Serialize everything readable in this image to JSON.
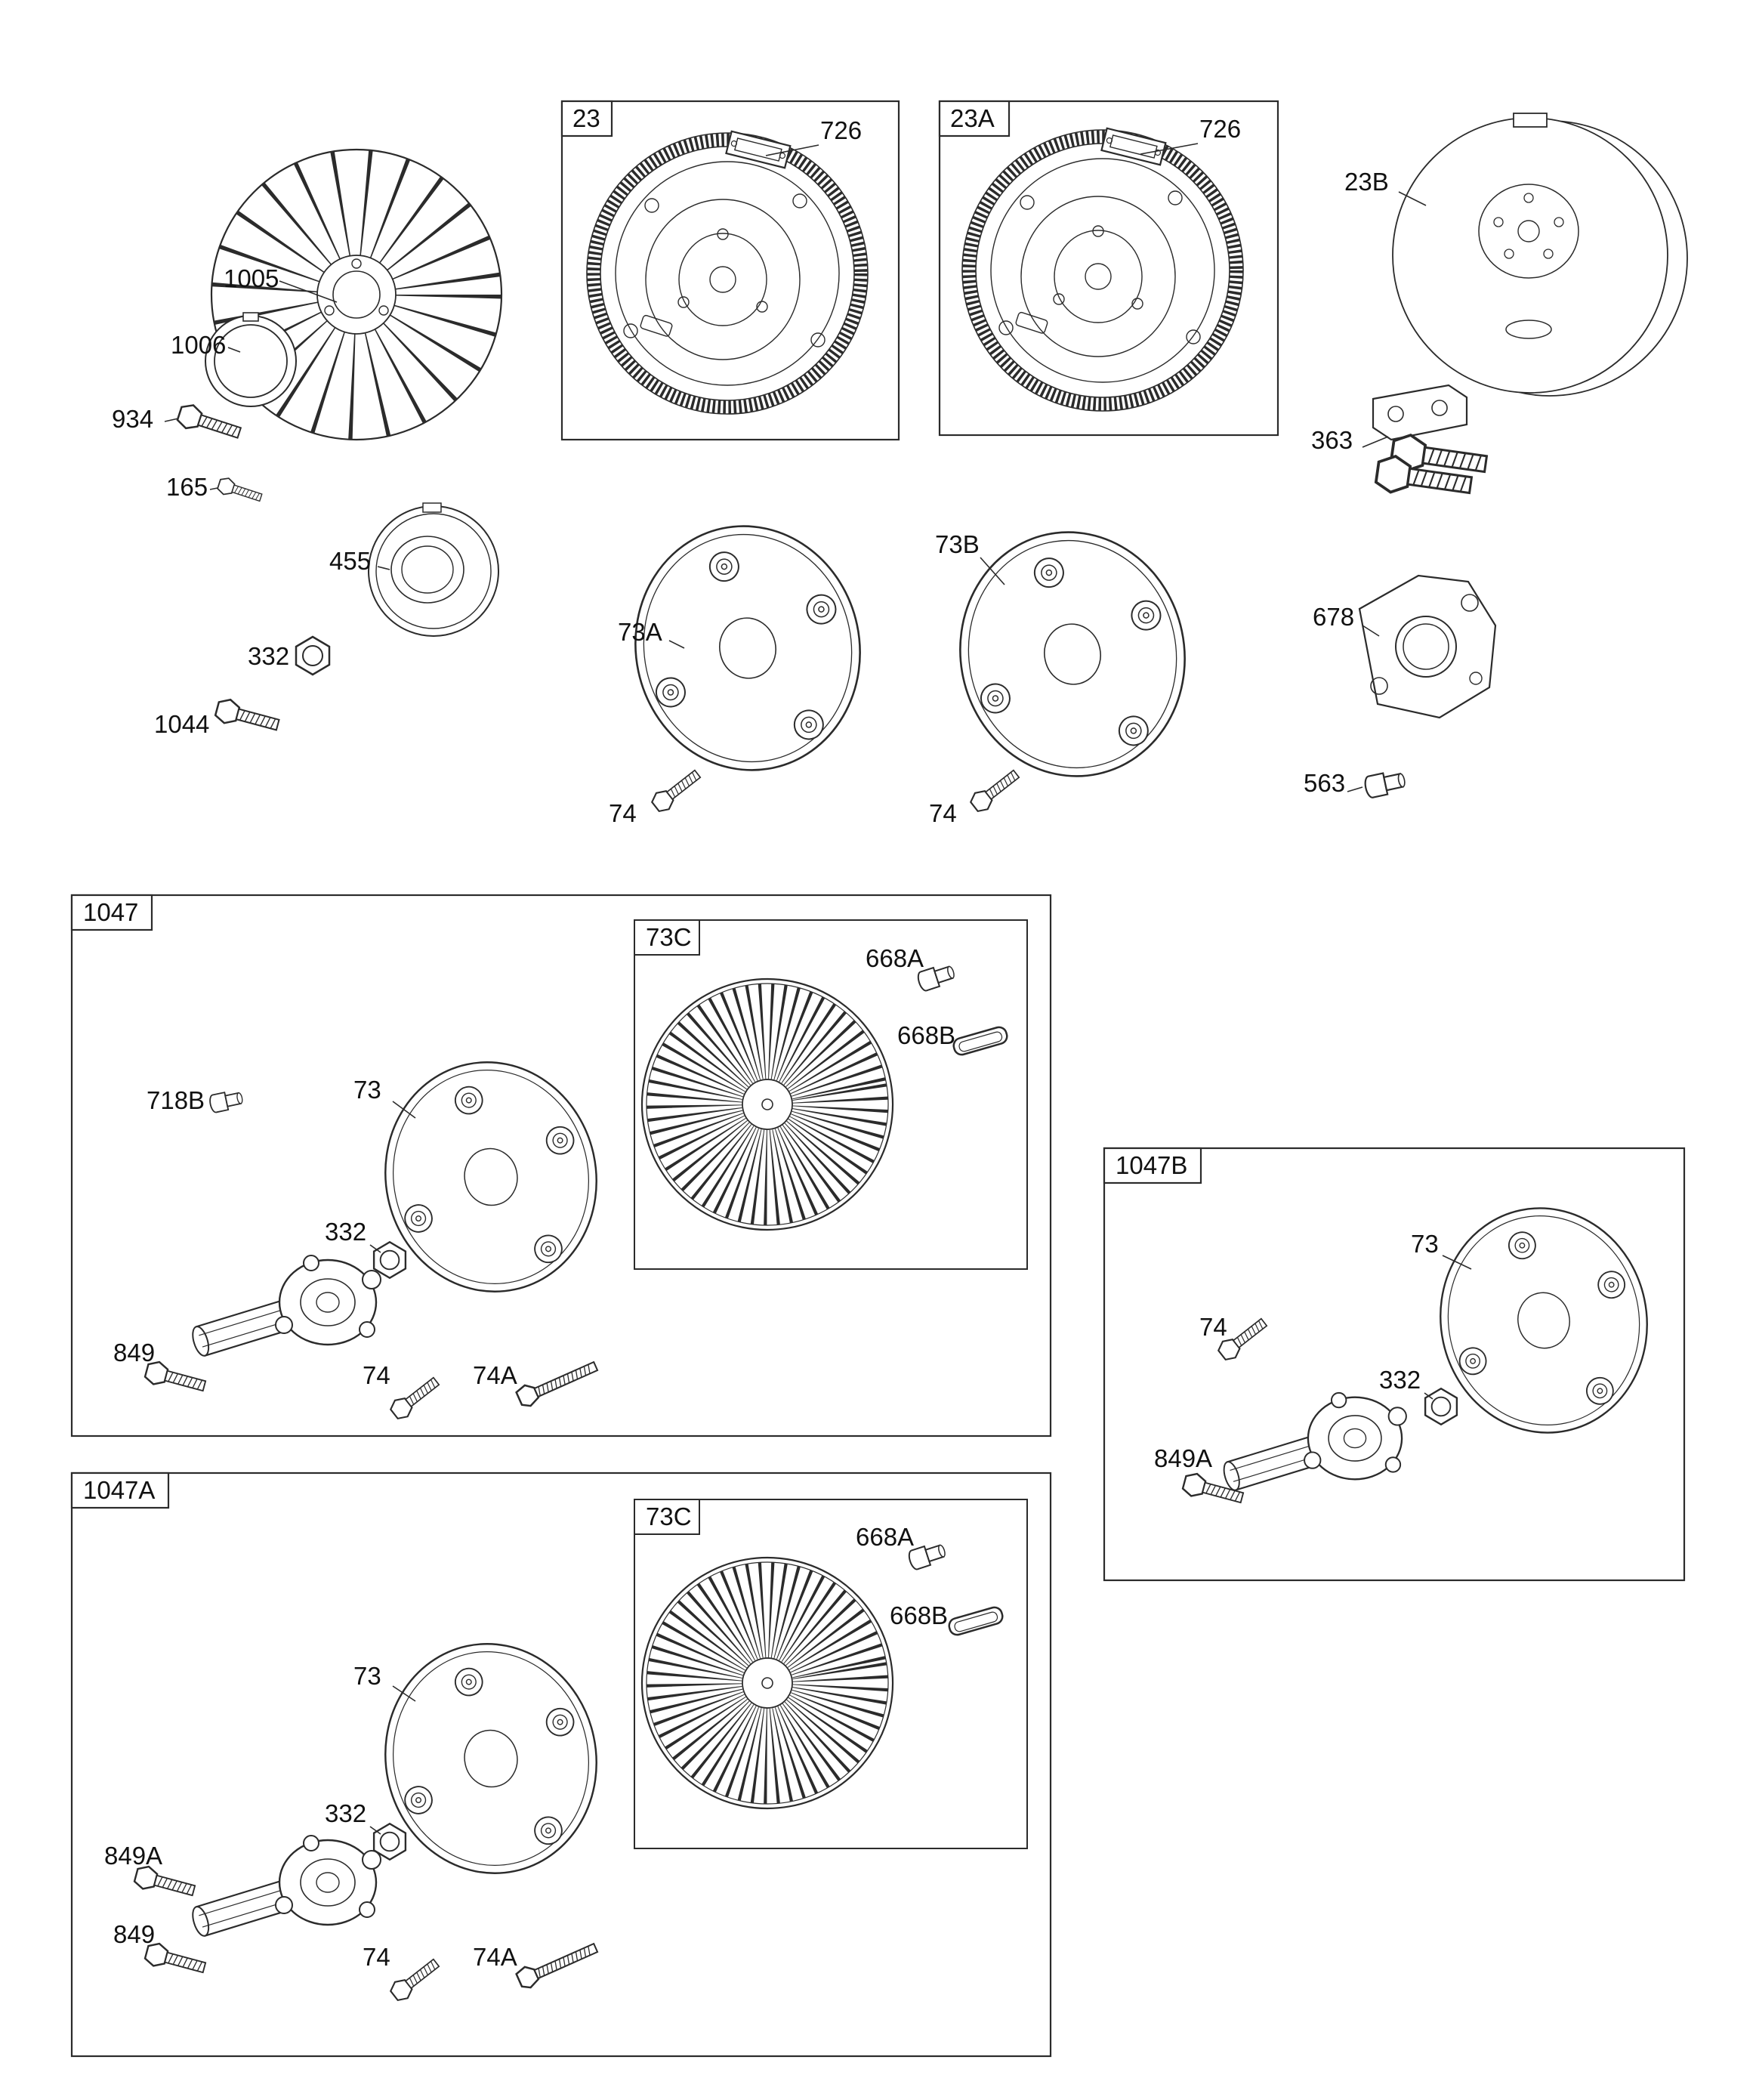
{
  "colors": {
    "line": "#2b2b2b",
    "background": "#ffffff",
    "text": "#111111"
  },
  "labels": {
    "n23": "23",
    "n23a": "23A",
    "n23b": "23B",
    "n726": "726",
    "n1005": "1005",
    "n1006": "1006",
    "n934": "934",
    "n165": "165",
    "n455": "455",
    "n332": "332",
    "n1044": "1044",
    "n73a": "73A",
    "n73b": "73B",
    "n74": "74",
    "n74a": "74A",
    "n678": "678",
    "n563": "563",
    "n363": "363",
    "n1047": "1047",
    "n1047a": "1047A",
    "n1047b": "1047B",
    "n73c": "73C",
    "n668a": "668A",
    "n668b": "668B",
    "n718b": "718B",
    "n73": "73",
    "n849": "849",
    "n849a": "849A"
  }
}
